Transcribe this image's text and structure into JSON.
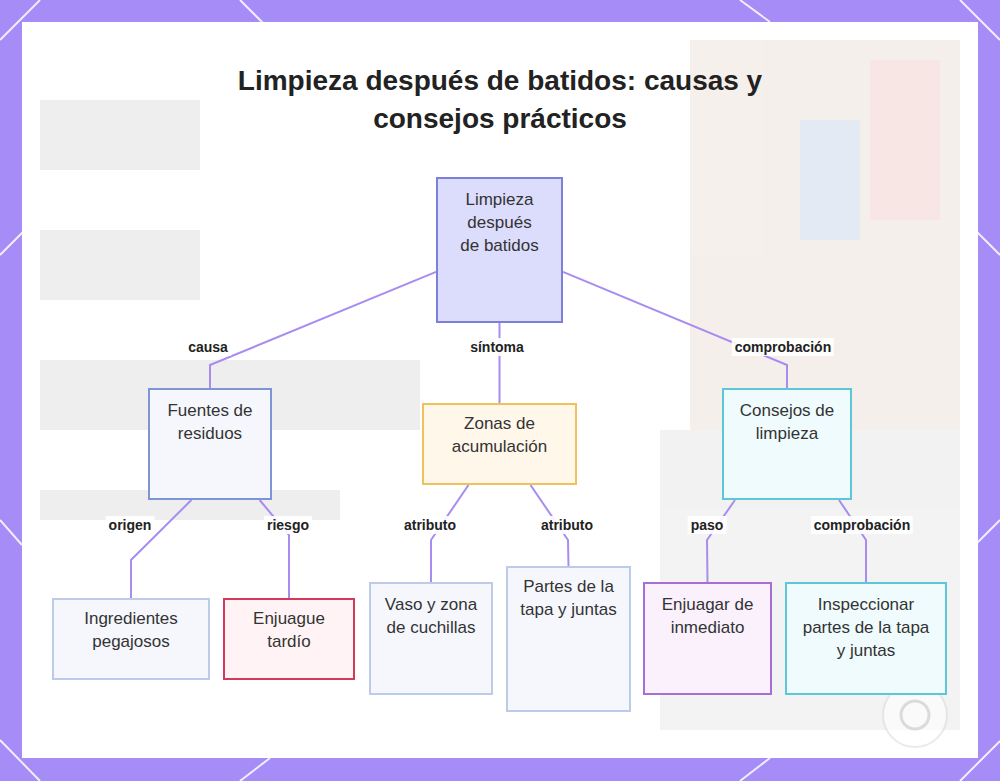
{
  "diagram": {
    "title": "Limpieza después de batidos: causas y consejos prácticos",
    "nodes": [
      {
        "text": [
          "Limpieza después de batidos"
        ]
      },
      {
        "text": [
          "Fuentes de residuos"
        ]
      },
      {
        "text": [
          "Zonas de acumulación"
        ]
      },
      {
        "text": [
          "Consejos de limpieza"
        ]
      },
      {
        "text": [
          "Ingredientes pegajosos"
        ]
      },
      {
        "text": [
          "Enjuague tardío"
        ]
      },
      {
        "text": [
          "Vaso y zona de cuchillas"
        ]
      },
      {
        "text": [
          "Partes de la tapa y juntas"
        ]
      },
      {
        "text": [
          "Enjuagar de inmediato"
        ]
      },
      {
        "text": [
          "Inspeccionar partes de la tapa y juntas"
        ]
      }
    ],
    "edges": [
      {
        "from": 0,
        "to": 1,
        "label": "causa",
        "arrow": "none"
      },
      {
        "from": 0,
        "to": 2,
        "label": "síntoma",
        "arrow": "none"
      },
      {
        "from": 0,
        "to": 3,
        "label": "comprobación",
        "arrow": "none"
      },
      {
        "from": 1,
        "to": 4,
        "label": "origen",
        "arrow": "none"
      },
      {
        "from": 1,
        "to": 5,
        "label": "riesgo",
        "arrow": "none"
      },
      {
        "from": 2,
        "to": 6,
        "label": "atributo",
        "arrow": "none"
      },
      {
        "from": 2,
        "to": 7,
        "label": "atributo",
        "arrow": "none"
      },
      {
        "from": 3,
        "to": 8,
        "label": "paso",
        "arrow": "none"
      },
      {
        "from": 3,
        "to": 9,
        "label": "comprobación",
        "arrow": "none"
      }
    ]
  }
}
